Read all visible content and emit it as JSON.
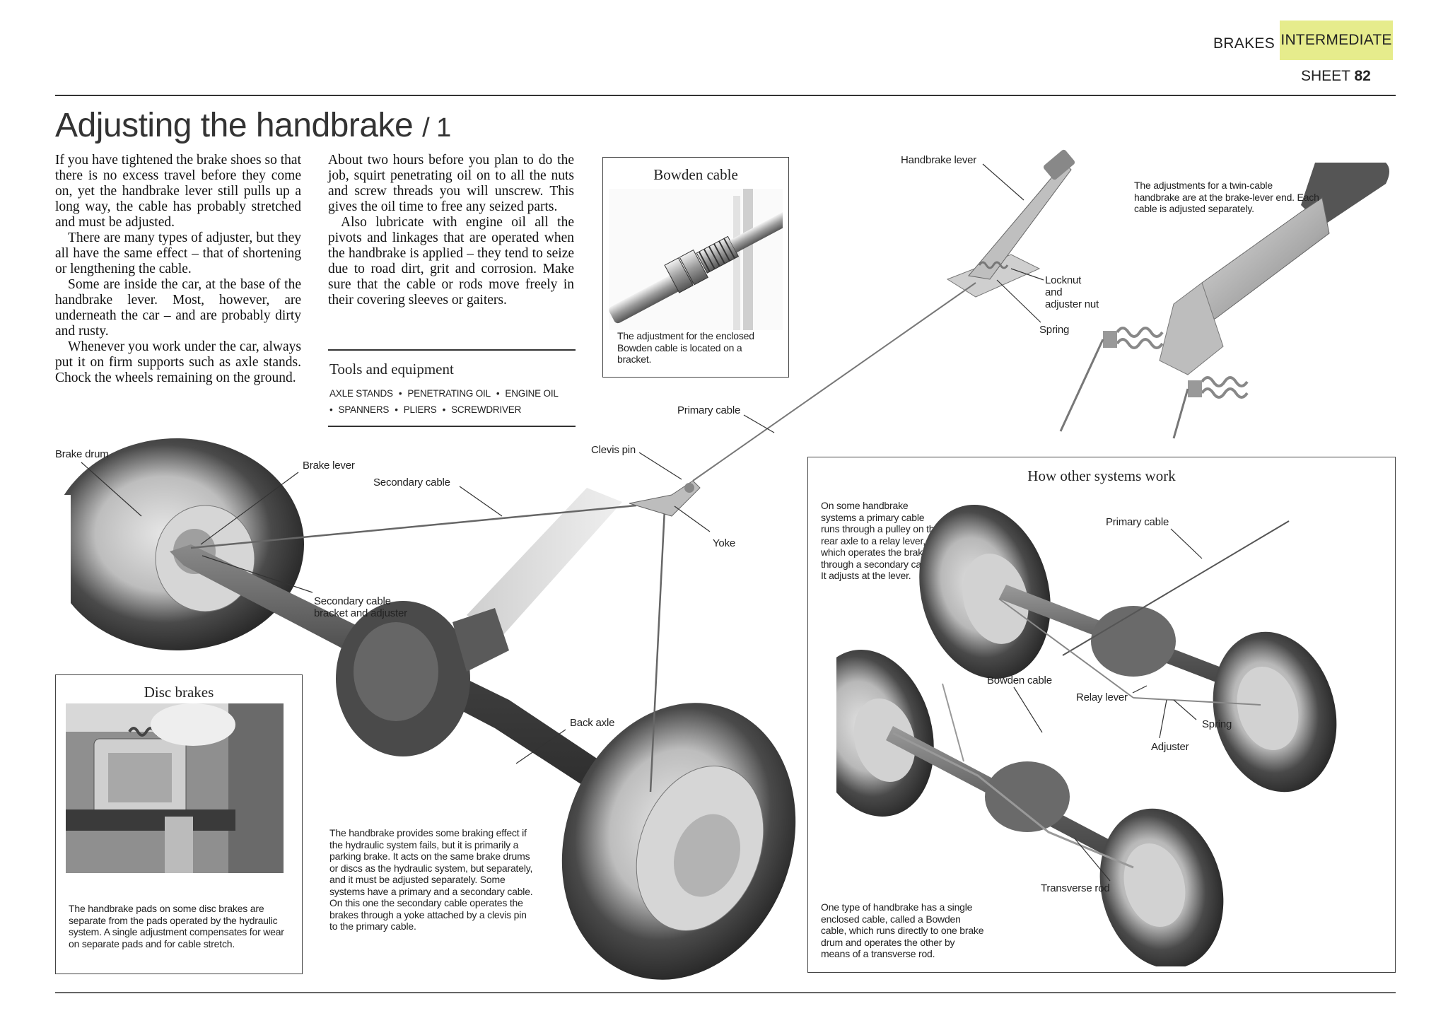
{
  "header": {
    "section": "BRAKES",
    "level": "INTERMEDIATE",
    "sheet_label": "SHEET",
    "sheet_number": "82"
  },
  "title": {
    "main": "Adjusting the handbrake",
    "part": "/ 1"
  },
  "body": {
    "col1": [
      "If you have tightened the brake shoes so that there is no excess travel before they come on, yet the handbrake lever still pulls up a long way, the cable has probably stretched and must be adjusted.",
      "There are many types of adjuster, but they all have the same effect – that of shortening or lengthening the cable.",
      "Some are inside the car, at the base of the handbrake lever. Most, however, are underneath the car – and are probably dirty and rusty.",
      "Whenever you work under the car, always put it on firm supports such as axle stands. Chock the wheels remaining on the ground."
    ],
    "col2": [
      "About two hours before you plan to do the job, squirt penetrating oil on to all the nuts and screw threads you will unscrew. This gives the oil time to free any seized parts.",
      "Also lubricate with engine oil all the pivots and linkages that are operated when the handbrake is applied – they tend to seize due to road dirt, grit and corrosion. Make sure that the cable or rods move freely in their covering sleeves or gaiters."
    ]
  },
  "tools": {
    "title": "Tools and equipment",
    "items": [
      "AXLE STANDS",
      "PENETRATING OIL",
      "ENGINE OIL",
      "SPANNERS",
      "PLIERS",
      "SCREWDRIVER"
    ]
  },
  "bowden_box": {
    "title": "Bowden cable",
    "caption": "The adjustment for the enclosed Bowden cable is located on a bracket."
  },
  "lever_caption": "The adjustments for a twin-cable handbrake are at the brake-lever end. Each cable is adjusted separately.",
  "disc_box": {
    "title": "Disc brakes",
    "caption": "The handbrake pads on some disc brakes are separate from the pads operated by the hydraulic system. A single adjustment compensates for wear on separate pads and for cable stretch."
  },
  "main_caption": "The handbrake provides some braking effect if the hydraulic system fails, but it is primarily a parking brake. It acts on the same brake drums or discs as the hydraulic system, but separately, and it must be adjusted separately. Some systems have a primary and a secondary cable. On this one the secondary cable operates the brakes through a yoke attached by a clevis pin to the primary cable.",
  "other_box": {
    "title": "How other systems work",
    "text_top": "On some handbrake systems a primary cable runs through a pulley on the rear axle to a relay lever, which operates the brakes through a secondary cable. It adjusts at the lever.",
    "text_bottom": "One type of handbrake has a single enclosed cable, called a Bowden cable, which runs directly to one brake drum and operates the other by means of a transverse rod."
  },
  "labels": {
    "handbrake_lever": "Handbrake lever",
    "locknut": "Locknut\nand\nadjuster nut",
    "spring": "Spring",
    "primary_cable": "Primary cable",
    "clevis_pin": "Clevis pin",
    "yoke": "Yoke",
    "brake_drum": "Brake drum",
    "brake_lever": "Brake lever",
    "secondary_cable": "Secondary cable",
    "secondary_bracket": "Secondary cable\nbracket and adjuster",
    "back_axle": "Back axle",
    "o_primary_cable": "Primary cable",
    "o_bowden_cable": "Bowden cable",
    "o_relay_lever": "Relay lever",
    "o_spring": "Spring",
    "o_adjuster": "Adjuster",
    "o_transverse_rod": "Transverse rod"
  }
}
